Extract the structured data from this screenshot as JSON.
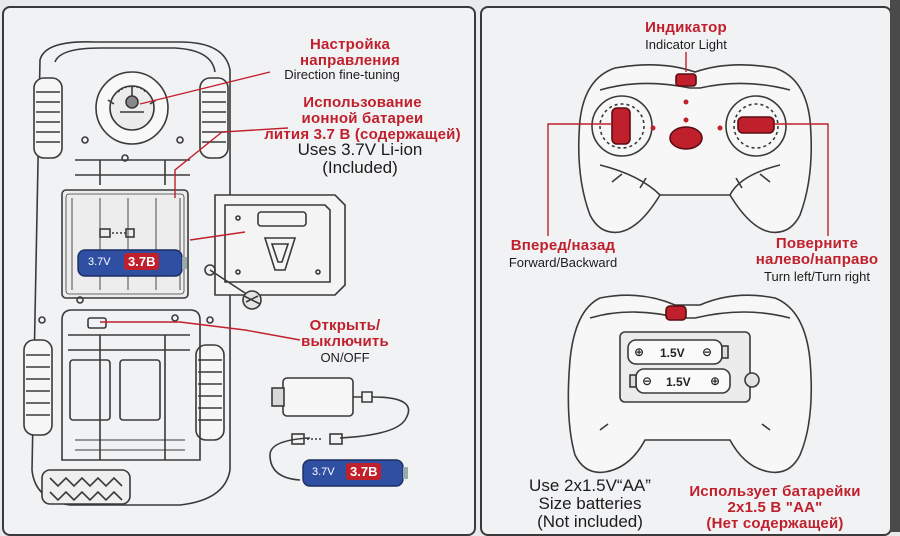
{
  "labels": {
    "direction_ru_1": "Настройка",
    "direction_ru_2": "направления",
    "direction_en": "Direction fine-tuning",
    "battery_ru_1": "Использование",
    "battery_ru_2": "ионной батареи",
    "battery_ru_3": "лития 3.7 В (содержащей)",
    "battery_en_1": "Uses 3.7V Li-ion",
    "battery_en_2": "(Included)",
    "onoff_ru_1": "Открыть/",
    "onoff_ru_2": "выключить",
    "onoff_en": "ON/OFF",
    "indicator_ru": "Индикатор",
    "indicator_en": "Indicator Light",
    "forward_ru": "Вперед/назад",
    "forward_en": "Forward/Backward",
    "turn_ru_1": "Поверните",
    "turn_ru_2": "налево/направо",
    "turn_en": "Turn left/Turn right",
    "aa_en_1": "Use 2x1.5V“AA”",
    "aa_en_2": "Size batteries",
    "aa_en_3": "(Not included)",
    "aa_ru_1": "Использует батарейки",
    "aa_ru_2": "2x1.5 В \"AA\"",
    "aa_ru_3": "(Нет содержащей)"
  },
  "batteries": {
    "liion_voltage": "3.7V",
    "liion_badge": "3.7B",
    "aa_label": "1.5V",
    "plus": "⊕",
    "minus": "⊖"
  },
  "colors": {
    "accent_red": "#c0202c",
    "battery_blue": "#2f4fa3",
    "outline": "#3a3a3a"
  }
}
